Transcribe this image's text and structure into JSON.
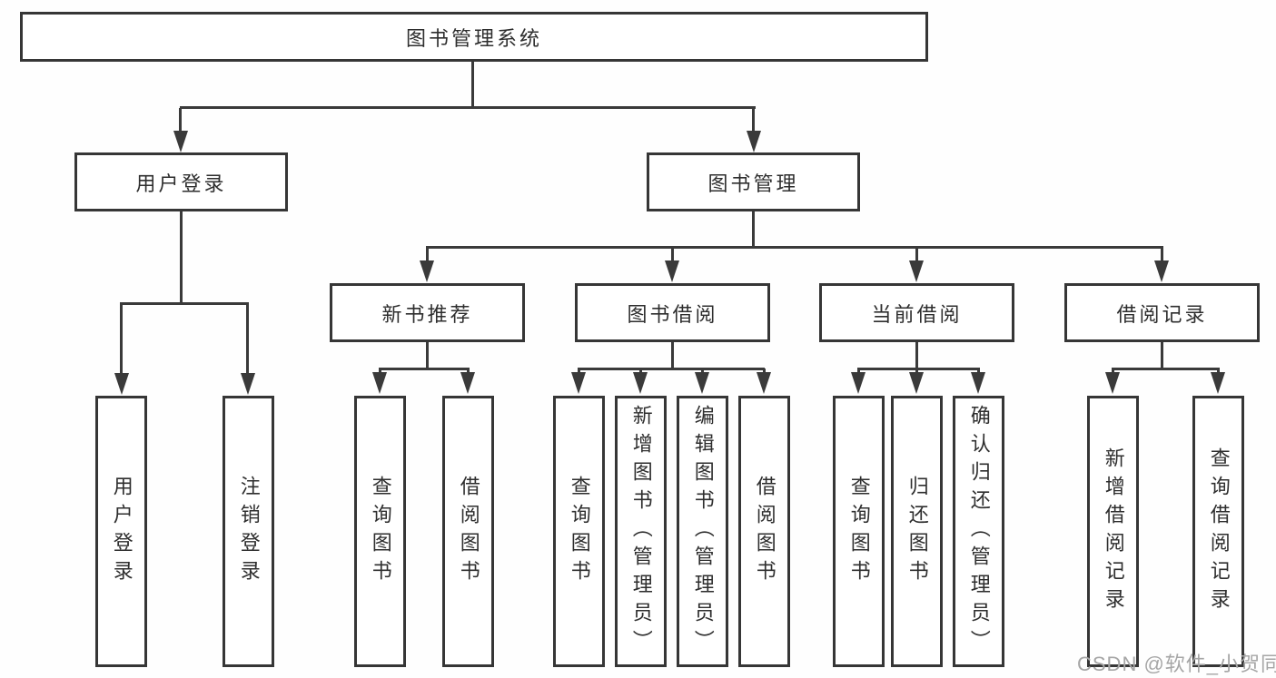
{
  "styles": {
    "line_color": "#3a3a3a",
    "box_border_color": "#363636",
    "text_color": "#2e2e2e",
    "watermark_color": "#a6a6a6",
    "background": "#ffffff"
  },
  "watermark": "CSDN @软件_小贺同学",
  "tree": {
    "root": "图书管理系统",
    "user": {
      "label": "用户登录",
      "children": [
        "用户登录",
        "注销登录"
      ]
    },
    "books": {
      "label": "图书管理",
      "groups": [
        {
          "label": "新书推荐",
          "children": [
            "查询图书",
            "借阅图书"
          ]
        },
        {
          "label": "图书借阅",
          "children": [
            "查询图书",
            "新增图书（管理员）",
            "编辑图书（管理员）",
            "借阅图书"
          ]
        },
        {
          "label": "当前借阅",
          "children": [
            "查询图书",
            "归还图书",
            "确认归还（管理员）"
          ]
        },
        {
          "label": "借阅记录",
          "children": [
            "新增借阅记录",
            "查询借阅记录"
          ]
        }
      ]
    }
  }
}
